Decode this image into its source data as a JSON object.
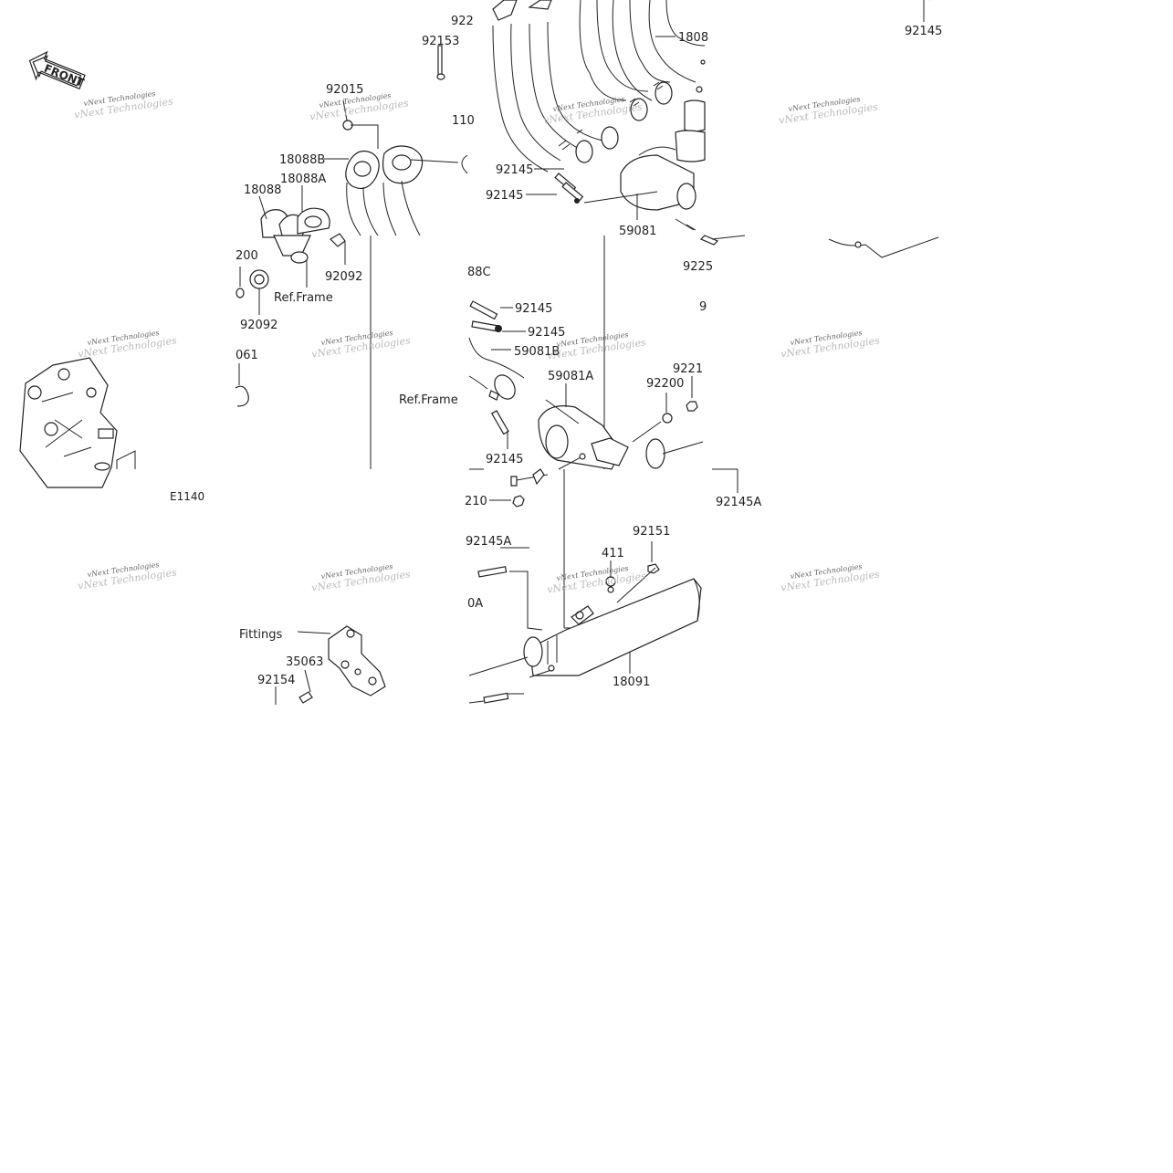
{
  "front_label": "FRONT",
  "diagram_code": "E1140",
  "watermark_line1": "vNext Technologies",
  "watermark_line2": "vNext Technologies",
  "callouts": {
    "c92153": "92153",
    "c92015": "92015",
    "c92top": "922",
    "c110": "110",
    "c18088B": "18088B",
    "c18088A": "18088A",
    "c18088": "18088",
    "c200": "200",
    "c92092a": "92092",
    "c92092b": "92092",
    "refFrame1": "Ref.Frame",
    "c061": "061",
    "c1808": "1808",
    "c92145a": "92145",
    "c92145b": "92145",
    "c59081": "59081",
    "c9225": "9225",
    "c9": "9",
    "c92145top": "92145",
    "c88C": "88C",
    "c92145c": "92145",
    "c92145d": "92145",
    "c59081B": "59081B",
    "c59081A": "59081A",
    "refFrame2": "Ref.Frame",
    "c92200": "92200",
    "c9221": "9221",
    "c92145e": "92145",
    "c210": "210",
    "c92145A1": "92145A",
    "c92145A2": "92145A",
    "c92151": "92151",
    "c411": "411",
    "c0A": "0A",
    "c18091": "18091",
    "cFittings": "Fittings",
    "c35063": "35063",
    "c92154": "92154"
  }
}
